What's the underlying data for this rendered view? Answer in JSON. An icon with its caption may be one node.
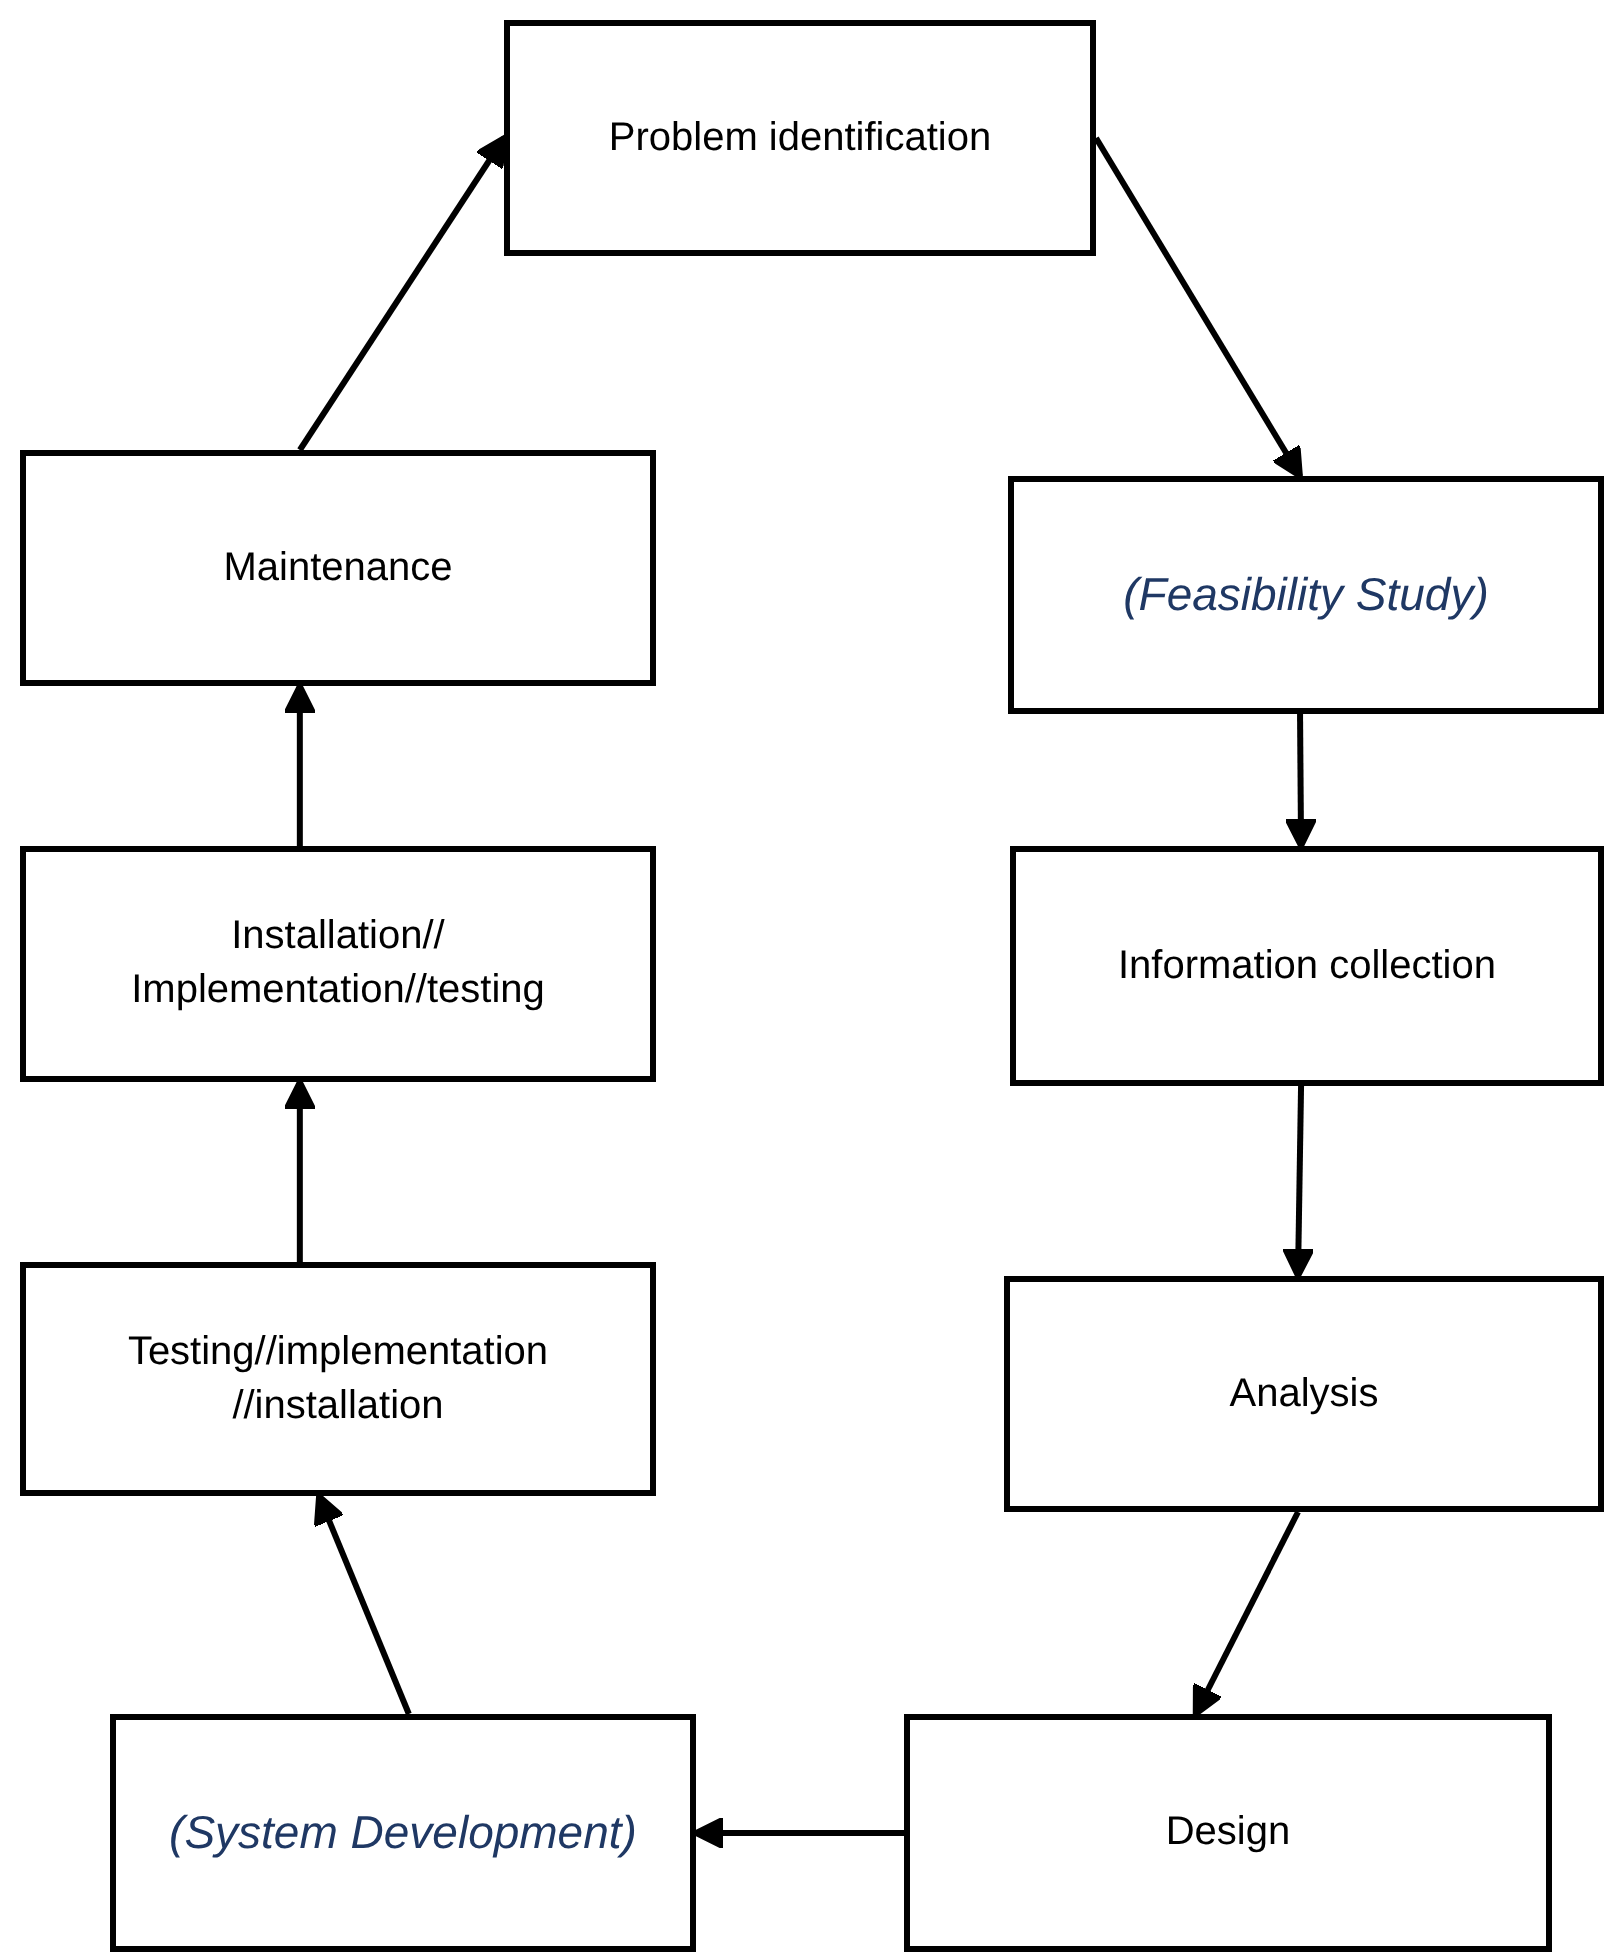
{
  "diagram": {
    "nodes": [
      {
        "text": [
          "Problem identification"
        ]
      },
      {
        "text": [
          "(Feasibility Study)"
        ]
      },
      {
        "text": [
          "Information collection"
        ]
      },
      {
        "text": [
          "Analysis"
        ]
      },
      {
        "text": [
          "Design"
        ]
      },
      {
        "text": [
          "(System Development)"
        ]
      },
      {
        "text": [
          "Testing//implementation //installation"
        ]
      },
      {
        "text": [
          "Installation// Implementation//testing"
        ]
      },
      {
        "text": [
          "Maintenance"
        ]
      }
    ],
    "edges": [
      {
        "from": 0,
        "to": 1,
        "arrow": "to"
      },
      {
        "from": 1,
        "to": 2,
        "arrow": "to"
      },
      {
        "from": 2,
        "to": 3,
        "arrow": "to"
      },
      {
        "from": 3,
        "to": 4,
        "arrow": "to"
      },
      {
        "from": 4,
        "to": 5,
        "arrow": "to"
      },
      {
        "from": 5,
        "to": 6,
        "arrow": "to"
      },
      {
        "from": 6,
        "to": 7,
        "arrow": "to"
      },
      {
        "from": 7,
        "to": 8,
        "arrow": "to"
      },
      {
        "from": 8,
        "to": 0,
        "arrow": "to"
      }
    ]
  }
}
